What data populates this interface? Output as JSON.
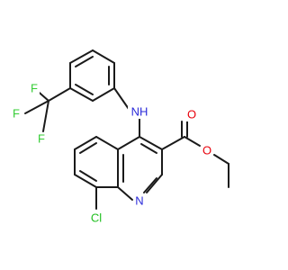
{
  "molecule": {
    "colors": {
      "bond": "#1a1a1a",
      "N": "#2a2ad9",
      "O": "#e8000b",
      "F": "#33cc33",
      "Cl": "#1fbf1f"
    },
    "labels": {
      "F1": "F",
      "F2": "F",
      "F3": "F",
      "NH": "NH",
      "N_ring": "N",
      "O_carbonyl": "O",
      "O_ester": "O",
      "Cl": "Cl"
    }
  }
}
